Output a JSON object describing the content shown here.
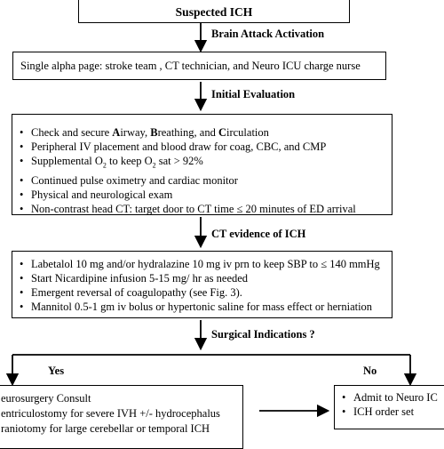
{
  "top_box": {
    "label": "Suspected ICH"
  },
  "steps": {
    "brain_attack": "Brain Attack Activation",
    "initial_eval": "Initial Evaluation",
    "ct_evidence": "CT evidence of ICH",
    "surgical": "Surgical Indications ?"
  },
  "alpha_page": {
    "text": "Single alpha page: stroke team , CT technician, and Neuro ICU charge nurse"
  },
  "initial_eval_items": {
    "i0_a": "Check and secure ",
    "i0_b": "A",
    "i0_c": "irway, ",
    "i0_d": "B",
    "i0_e": "reathing, and ",
    "i0_f": "C",
    "i0_g": "irculation",
    "i1": "Peripheral IV placement and blood draw for coag, CBC,  and CMP",
    "i2_a": "Supplemental O",
    "i2_sub1": "2",
    "i2_b": " to keep O",
    "i2_sub2": "2",
    "i2_c": " sat > 92%",
    "i3": "Continued pulse oximetry and cardiac monitor",
    "i4": "Physical and neurological exam",
    "i5": "Non-contrast head CT: target  door to CT time ≤ 20 minutes of ED arrival"
  },
  "ct_items": [
    "Labetalol 10 mg and/or hydralazine 10 mg iv prn to keep SBP to ≤ 140 mmHg",
    "Start Nicardipine infusion 5-15 mg/ hr as needed",
    "Emergent reversal of coagulopathy (see Fig. 3).",
    "Mannitol 0.5-1 gm iv bolus or hypertonic saline for mass effect or herniation"
  ],
  "branches": {
    "yes": "Yes",
    "no": "No"
  },
  "yes_box": [
    "eurosurgery Consult",
    "entriculostomy for severe IVH +/- hydrocephalus",
    "raniotomy for large cerebellar or temporal ICH"
  ],
  "no_box": [
    "Admit to Neuro IC",
    "ICH order set"
  ]
}
